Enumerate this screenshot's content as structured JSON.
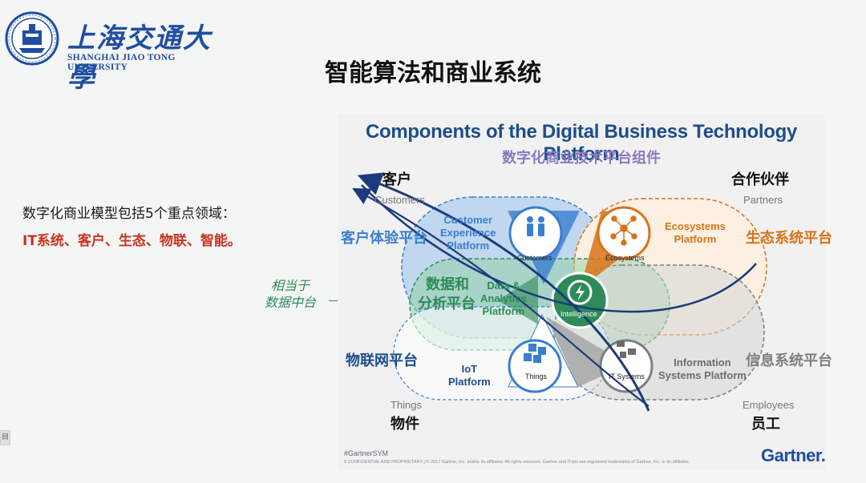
{
  "logo": {
    "cn": "上海交通大學",
    "en": "SHANGHAI JIAO TONG UNIVERSITY"
  },
  "slide": {
    "title": "智能算法和商业系统"
  },
  "left": {
    "line1": "数字化商业模型包括5个重点领域：",
    "line2": "IT系统、客户、生态、物联、智能。"
  },
  "side_note": {
    "line1": "相当于",
    "line2": "数据中台"
  },
  "left_tab": "目",
  "panel": {
    "title": "Components of the Digital Business Technology Platform",
    "subtitle": "数字化商业技术平台组件",
    "corners": {
      "customers_cn": "客户",
      "customers_en": "Customers",
      "partners_cn": "合作伙伴",
      "partners_en": "Partners",
      "things_cn": "物件",
      "things_en": "Things",
      "employees_cn": "员工",
      "employees_en": "Employees"
    },
    "platform_labels": {
      "cx_cn": "客户体验平台",
      "data_cn_1": "数据和",
      "data_cn_2": "分析平台",
      "iot_cn": "物联网平台",
      "eco_cn": "生态系统平台",
      "is_cn": "信息系统平台"
    },
    "captions": {
      "cx_1": "Customer",
      "cx_2": "Experience",
      "cx_3": "Platform",
      "da_1": "Data &",
      "da_2": "Analytics",
      "da_3": "Platform",
      "eco_1": "Ecosystems",
      "eco_2": "Platform",
      "iot_1": "IoT",
      "iot_2": "Platform",
      "is_1": "Information",
      "is_2": "Systems Platform"
    },
    "icons": {
      "customers": "Customers",
      "ecosystems": "Ecosystems",
      "intelligence": "Intelligence",
      "things": "Things",
      "it_systems": "IT Systems"
    },
    "footer": {
      "hashtag": "#GartnerSYM",
      "legal": "9   CONFIDENTIAL AND PROPRIETARY  |  © 2017 Gartner, Inc. and/or its affiliates. All rights reserved. Gartner and ITxpo are registered trademarks of Gartner, Inc. or its affiliates."
    },
    "brand": "Gartner."
  },
  "colors": {
    "accent_red": "#c8321e",
    "accent_green": "#2e8b57",
    "cx_blue": "#3a7ecf",
    "eco_orange": "#d9731a",
    "is_grey": "#7f7f7f",
    "brand_blue": "#1f4ea1"
  }
}
